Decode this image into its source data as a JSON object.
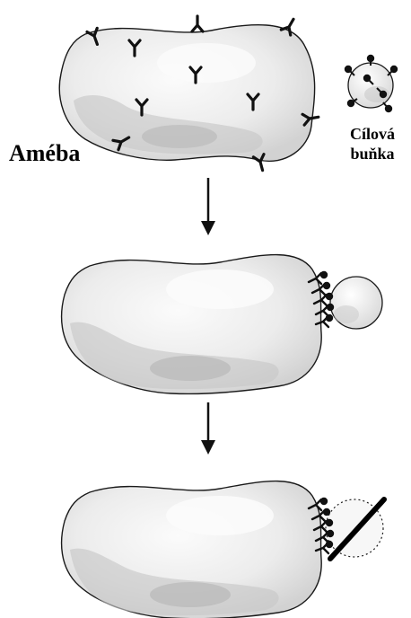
{
  "labels": {
    "ameba": "Améba",
    "target_cell_line1": "Cílová",
    "target_cell_line2": "buňka"
  },
  "colors": {
    "outline": "#1a1a1a",
    "body_fill": "#ececec",
    "shade_dark": "#bdbdbd",
    "shade_mid": "#d6d6d6",
    "highlight": "#fafafa",
    "target_fill": "#f0f0f0",
    "arrow": "#111111"
  }
}
